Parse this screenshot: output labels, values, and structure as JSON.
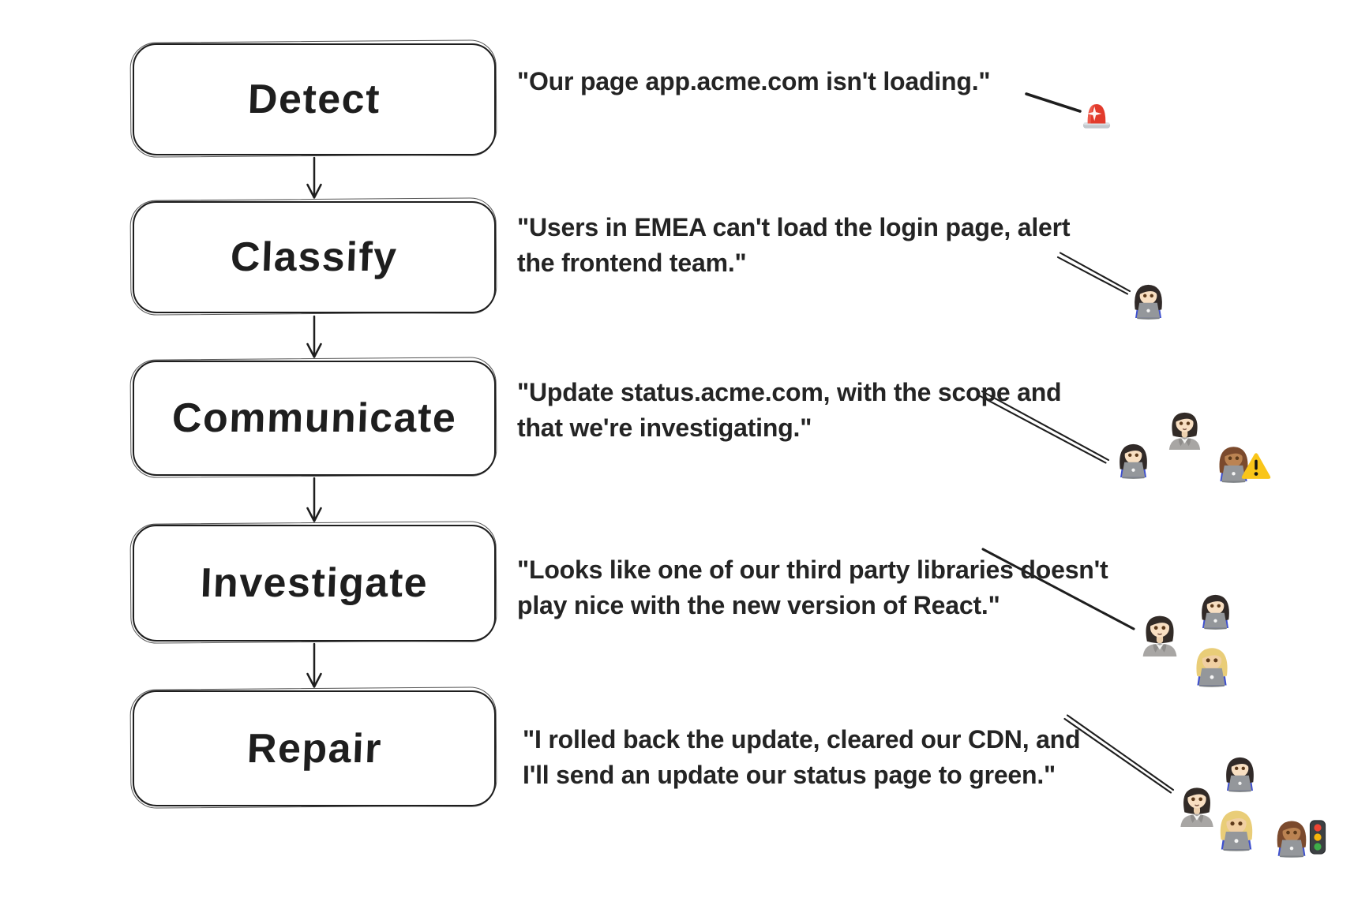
{
  "colors": {
    "ink": "#1e1e1e",
    "background": "#ffffff",
    "siren_red": "#e23b2c",
    "warning_yellow": "#f9c519",
    "shirt_blue": "#3e50ce"
  },
  "flow": {
    "steps": [
      {
        "id": "detect",
        "label": "Detect",
        "quote_lines": [
          "\"Our page app.acme.com isn't loading.\""
        ],
        "emojis": [
          {
            "name": "police-car-light",
            "char": "🚨"
          }
        ]
      },
      {
        "id": "classify",
        "label": "Classify",
        "quote_lines": [
          "\"Users in EMEA can't load the login page, alert",
          "the frontend team.\""
        ],
        "emojis": [
          {
            "name": "woman-technologist",
            "char": "👩🏻‍💻"
          }
        ]
      },
      {
        "id": "communicate",
        "label": "Communicate",
        "quote_lines": [
          "\"Update status.acme.com, with the scope and",
          "that we're investigating.\""
        ],
        "emojis": [
          {
            "name": "woman-technologist",
            "char": "👩🏻‍💻"
          },
          {
            "name": "person",
            "char": "🧑🏻"
          },
          {
            "name": "technologist-medium-skin",
            "char": "🧑🏽‍💻"
          },
          {
            "name": "warning",
            "char": "⚠️"
          }
        ]
      },
      {
        "id": "investigate",
        "label": "Investigate",
        "quote_lines": [
          "\"Looks like one of our third party libraries doesn't",
          "play nice with the new version of React.\""
        ],
        "emojis": [
          {
            "name": "person",
            "char": "🧑🏻"
          },
          {
            "name": "woman-technologist",
            "char": "👩🏻‍💻"
          },
          {
            "name": "woman-technologist-blonde",
            "char": "👩🏼‍💻"
          }
        ]
      },
      {
        "id": "repair",
        "label": "Repair",
        "quote_lines": [
          "\"I rolled back the update, cleared our CDN, and",
          "I'll send an update our status page to green.\""
        ],
        "emojis": [
          {
            "name": "person",
            "char": "🧑🏻"
          },
          {
            "name": "woman-technologist",
            "char": "👩🏻‍💻"
          },
          {
            "name": "woman-technologist-blonde",
            "char": "👩🏼‍💻"
          },
          {
            "name": "technologist-medium-skin",
            "char": "🧑🏽‍💻"
          },
          {
            "name": "traffic-light",
            "char": "🚦"
          }
        ]
      }
    ]
  }
}
